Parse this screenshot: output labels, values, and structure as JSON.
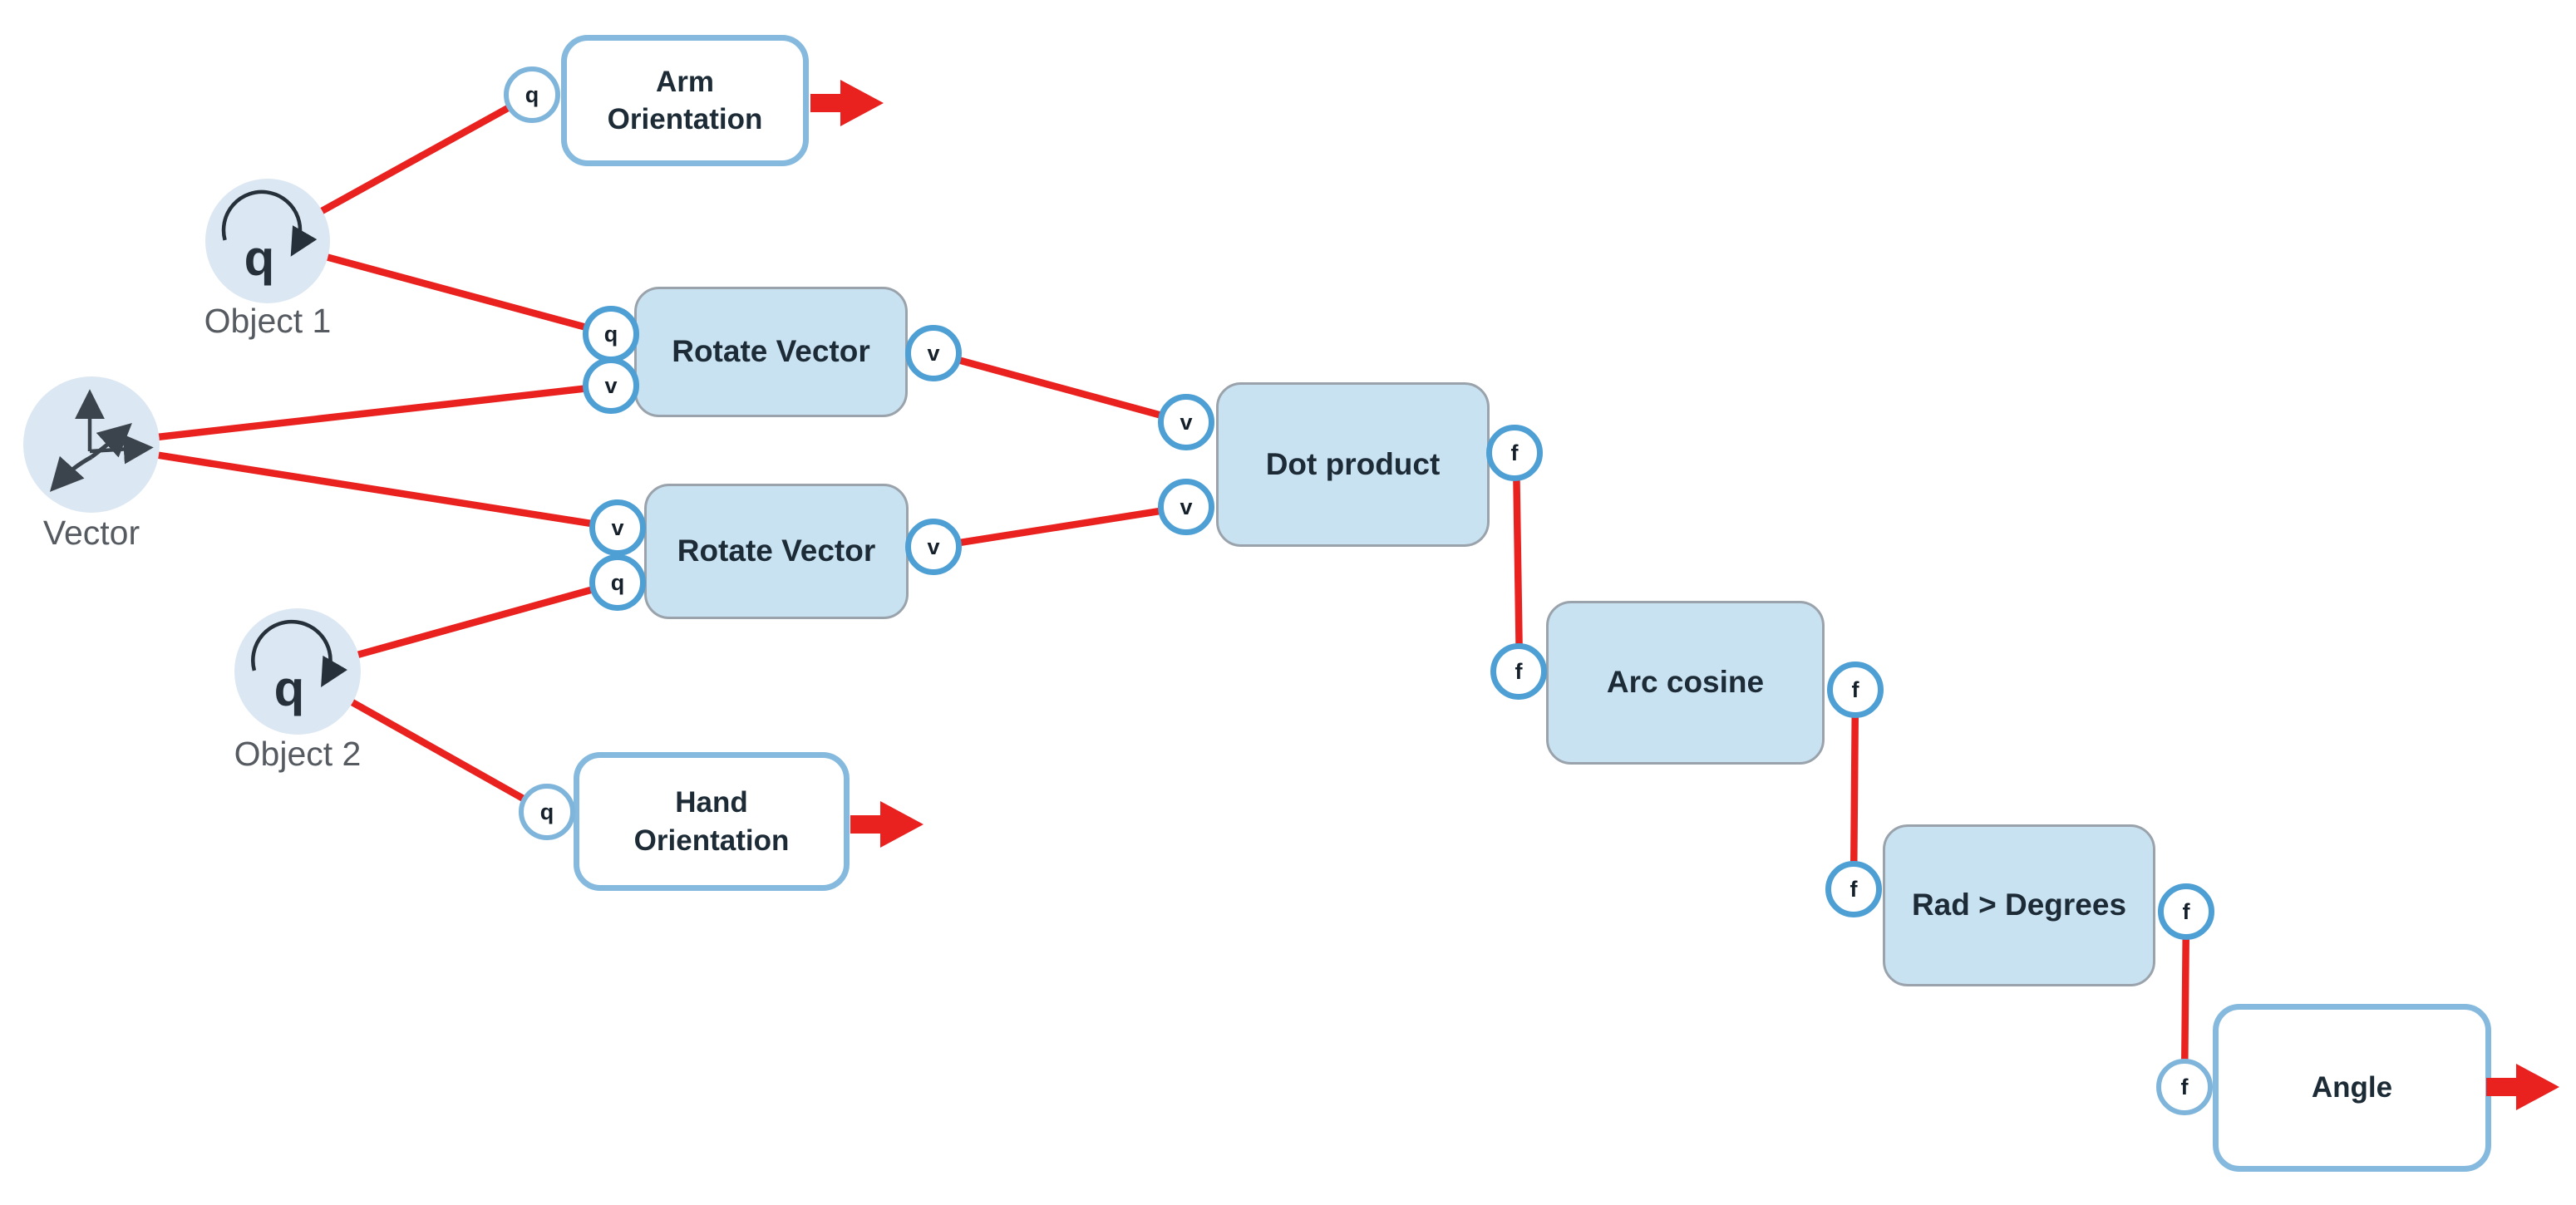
{
  "diagram": {
    "title": "quaternion-angle node graph",
    "colors": {
      "background": "#ffffff",
      "wire_red": "#e9211f",
      "op_box_fill": "#c8e2f2",
      "op_box_border": "#9aa3ab",
      "io_box_fill": "#ffffff",
      "io_box_border": "#85bade",
      "port_fill": "#ffffff",
      "port_ring": "#4d9fd4",
      "source_circle_fill": "#dbe7f2",
      "label_dark": "#1c2b36",
      "caption_gray": "#565b61"
    },
    "sources": [
      {
        "id": "object1",
        "caption": "Object 1",
        "symbol": "q",
        "icon": "rotation-arrow-icon"
      },
      {
        "id": "vector",
        "caption": "Vector",
        "symbol": "",
        "icon": "axes-icon"
      },
      {
        "id": "object2",
        "caption": "Object 2",
        "symbol": "q",
        "icon": "rotation-arrow-icon"
      }
    ],
    "nodes": [
      {
        "id": "arm-orientation",
        "type": "output",
        "label": "Arm Orientation",
        "label_lines": [
          "Arm",
          "Orientation"
        ],
        "ports_in": [
          "q"
        ],
        "ports_out": [],
        "has_flow_arrow": true
      },
      {
        "id": "rotate-vector-1",
        "type": "op",
        "label": "Rotate Vector",
        "ports_in": [
          "q",
          "v"
        ],
        "ports_out": [
          "v"
        ]
      },
      {
        "id": "rotate-vector-2",
        "type": "op",
        "label": "Rotate Vector",
        "ports_in": [
          "v",
          "q"
        ],
        "ports_out": [
          "v"
        ]
      },
      {
        "id": "dot-product",
        "type": "op",
        "label": "Dot product",
        "ports_in": [
          "v",
          "v"
        ],
        "ports_out": [
          "f"
        ]
      },
      {
        "id": "arc-cosine",
        "type": "op",
        "label": "Arc cosine",
        "ports_in": [
          "f"
        ],
        "ports_out": [
          "f"
        ]
      },
      {
        "id": "rad-degrees",
        "type": "op",
        "label": "Rad > Degrees",
        "ports_in": [
          "f"
        ],
        "ports_out": [
          "f"
        ]
      },
      {
        "id": "angle",
        "type": "output",
        "label": "Angle",
        "ports_in": [
          "f"
        ],
        "ports_out": [],
        "has_flow_arrow": true
      },
      {
        "id": "hand-orientation",
        "type": "output",
        "label": "Hand Orientation",
        "label_lines": [
          "Hand",
          "Orientation"
        ],
        "ports_in": [
          "q"
        ],
        "ports_out": [],
        "has_flow_arrow": true
      }
    ],
    "connections": [
      {
        "from": "object1",
        "to": "arm-orientation.q"
      },
      {
        "from": "object1",
        "to": "rotate-vector-1.q"
      },
      {
        "from": "vector",
        "to": "rotate-vector-1.v"
      },
      {
        "from": "vector",
        "to": "rotate-vector-2.v"
      },
      {
        "from": "object2",
        "to": "rotate-vector-2.q"
      },
      {
        "from": "object2",
        "to": "hand-orientation.q"
      },
      {
        "from": "rotate-vector-1.v",
        "to": "dot-product.v1"
      },
      {
        "from": "rotate-vector-2.v",
        "to": "dot-product.v2"
      },
      {
        "from": "dot-product.f",
        "to": "arc-cosine.f"
      },
      {
        "from": "arc-cosine.f",
        "to": "rad-degrees.f"
      },
      {
        "from": "rad-degrees.f",
        "to": "angle.f"
      }
    ]
  }
}
